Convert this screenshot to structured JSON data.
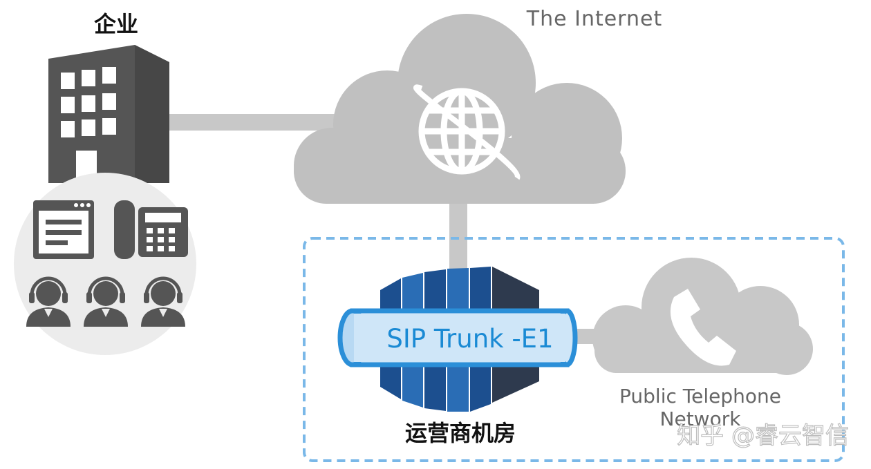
{
  "labels": {
    "enterprise": "企业",
    "internet": "The Internet",
    "sip_trunk": "SIP Trunk -E1",
    "carrier_room": "运营商机房",
    "pstn_line1": "Public Telephone",
    "pstn_line2": "Network",
    "watermark": "知乎 @睿云智信"
  },
  "colors": {
    "gray_dark": "#555555",
    "gray_cloud": "#c0c0c0",
    "gray_line": "#c8c8c8",
    "dashed_border": "#7ab8e8",
    "blue_dark": "#1c4f8f",
    "blue_mid": "#2a6db5",
    "navy": "#2e3a4e",
    "pipe_fill": "#cfe6f8",
    "pipe_stroke": "#2b8fd8",
    "sip_text": "#1a8ad4"
  },
  "icons": [
    "office-building-icon",
    "web-browser-icon",
    "desk-phone-icon",
    "headset-agent-icon",
    "globe-icon",
    "server-rack-icon",
    "phone-handset-icon"
  ]
}
